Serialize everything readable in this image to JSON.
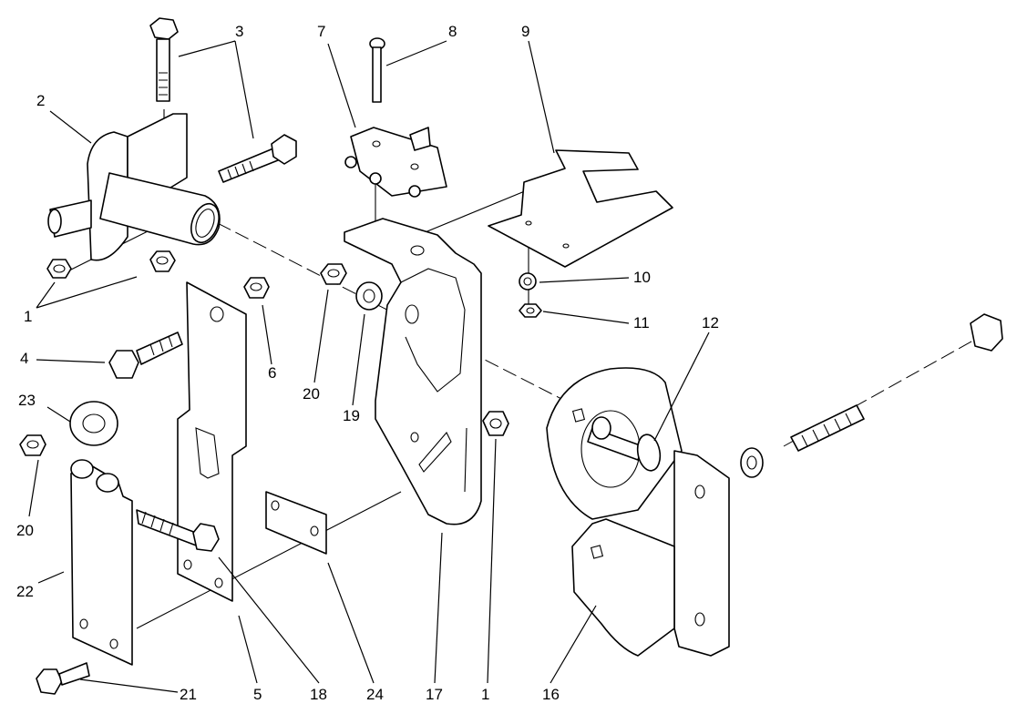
{
  "callouts": [
    {
      "id": "c1a",
      "label": "1"
    },
    {
      "id": "c2",
      "label": "2"
    },
    {
      "id": "c3",
      "label": "3"
    },
    {
      "id": "c4",
      "label": "4"
    },
    {
      "id": "c5",
      "label": "5"
    },
    {
      "id": "c6",
      "label": "6"
    },
    {
      "id": "c7",
      "label": "7"
    },
    {
      "id": "c8",
      "label": "8"
    },
    {
      "id": "c9",
      "label": "9"
    },
    {
      "id": "c10",
      "label": "10"
    },
    {
      "id": "c11",
      "label": "11"
    },
    {
      "id": "c12",
      "label": "12"
    },
    {
      "id": "c16",
      "label": "16"
    },
    {
      "id": "c17",
      "label": "17"
    },
    {
      "id": "c1b",
      "label": "1"
    },
    {
      "id": "c18",
      "label": "18"
    },
    {
      "id": "c19",
      "label": "19"
    },
    {
      "id": "c20a",
      "label": "20"
    },
    {
      "id": "c20b",
      "label": "20"
    },
    {
      "id": "c21",
      "label": "21"
    },
    {
      "id": "c22",
      "label": "22"
    },
    {
      "id": "c23",
      "label": "23"
    },
    {
      "id": "c24",
      "label": "24"
    }
  ]
}
